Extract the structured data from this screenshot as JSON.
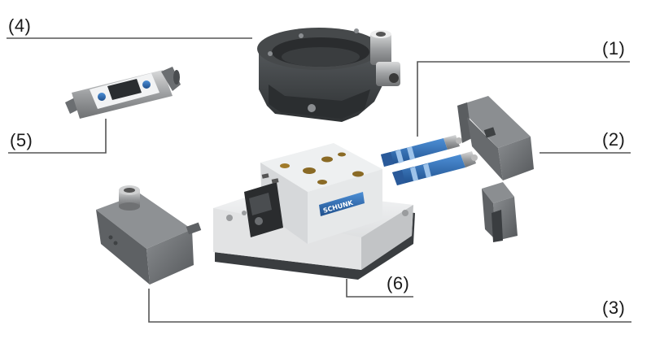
{
  "callouts": {
    "c1": "(1)",
    "c2": "(2)",
    "c3": "(3)",
    "c4": "(4)",
    "c5": "(5)",
    "c6": "(6)"
  },
  "brand": {
    "logo_text": "SCHUNK"
  },
  "colors": {
    "leader_line": "#555555",
    "dark_part": "#3f4244",
    "grey_part": "#6c6f72",
    "white_part": "#e9eaeb",
    "blue_accent": "#2f6fb8"
  }
}
